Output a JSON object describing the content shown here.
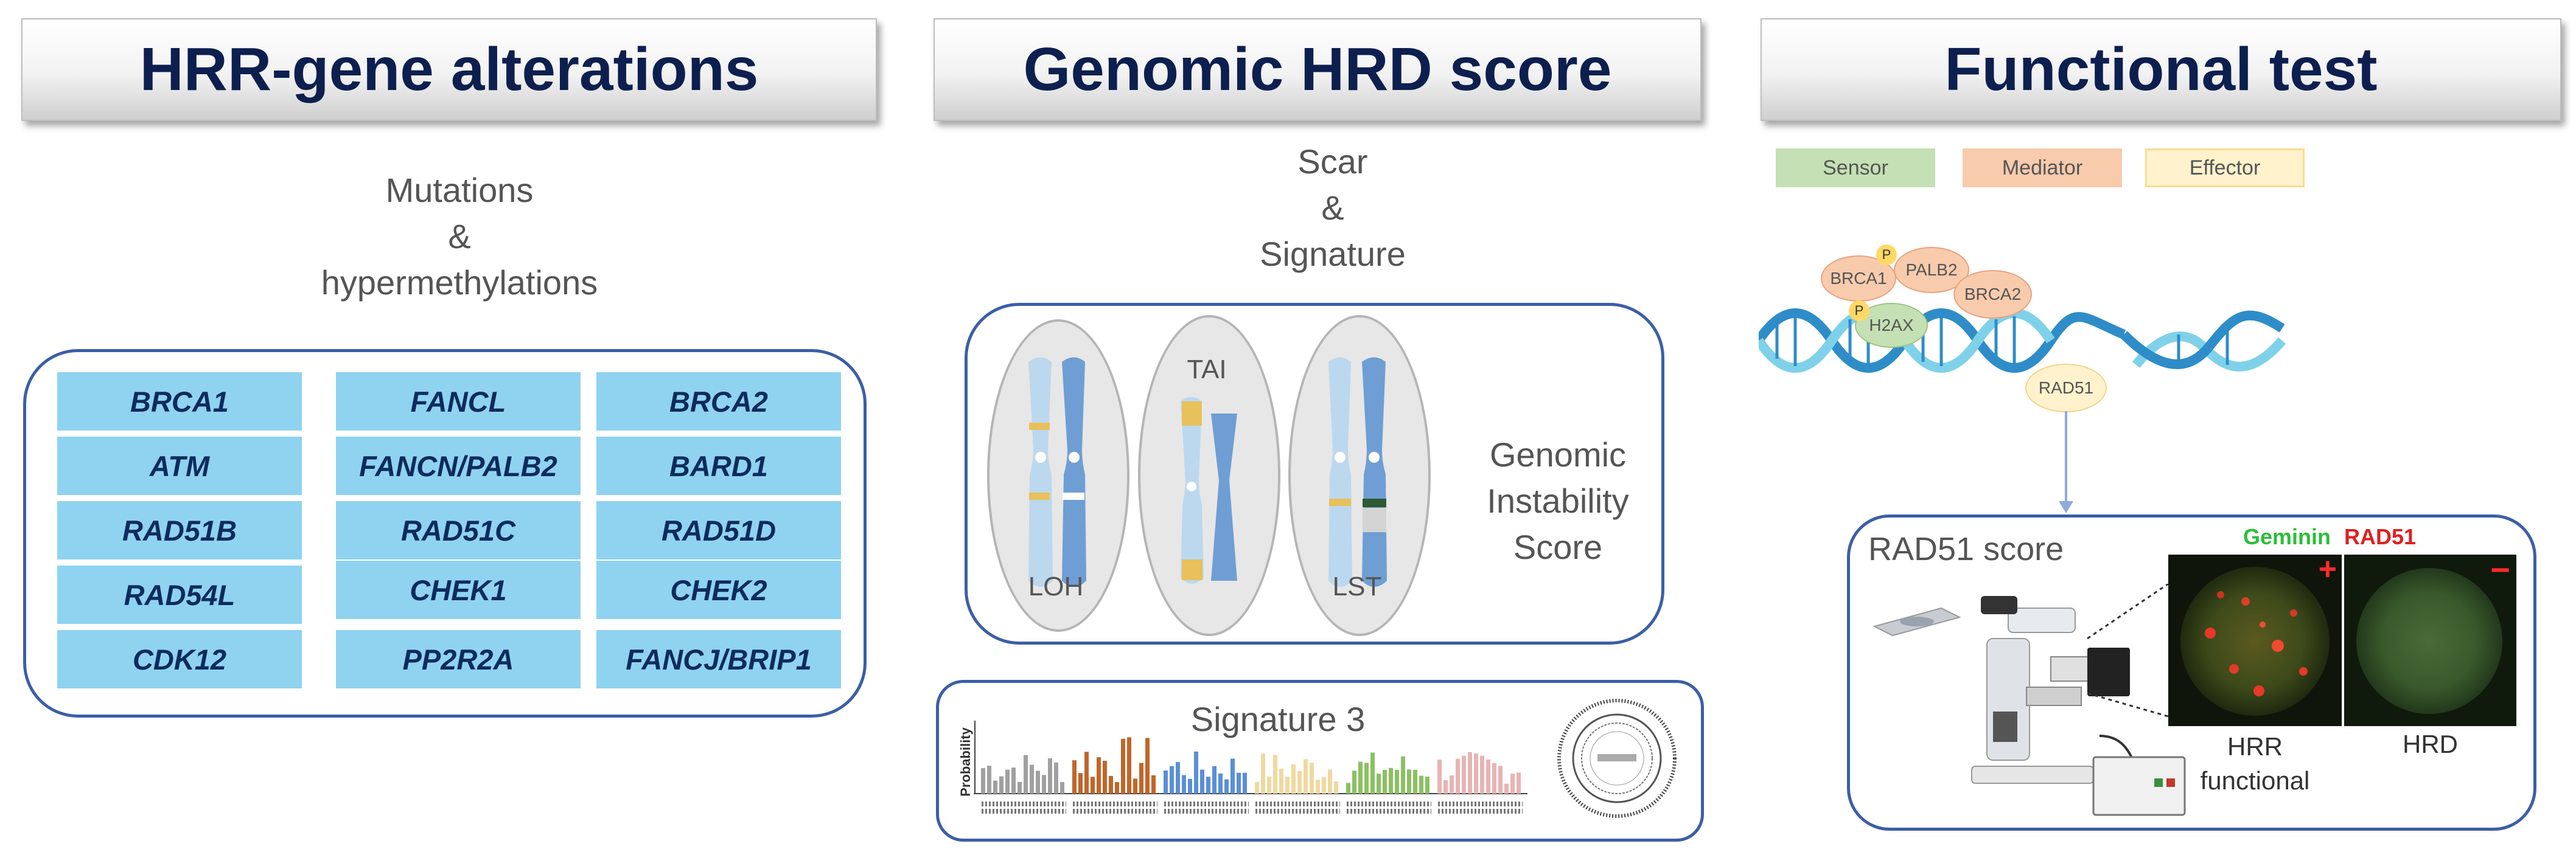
{
  "panels": {
    "hrr": {
      "title": "HRR-gene alterations",
      "subtitle": [
        "Mutations",
        "&",
        "hypermethylations"
      ],
      "genes": {
        "col1": [
          "BRCA1",
          "ATM",
          "RAD51B",
          "RAD54L",
          "CDK12"
        ],
        "col2": [
          "FANCL",
          "FANCN/PALB2",
          "RAD51C",
          "CHEK1",
          "PP2R2A"
        ],
        "col3": [
          "BRCA2",
          "BARD1",
          "RAD51D",
          "CHEK2",
          "FANCJ/BRIP1"
        ]
      }
    },
    "genomic": {
      "title": "Genomic HRD score",
      "subtitle": [
        "Scar",
        "&",
        "Signature"
      ],
      "chromosome_labels": [
        "LOH",
        "TAI",
        "LST"
      ],
      "instability_label": [
        "Genomic",
        "Instability",
        "Score"
      ],
      "signature_title": "Signature 3",
      "signature_ylabel": "Probability",
      "signature_colors": [
        "#a0a0a0",
        "#c0662a",
        "#5b8fd6",
        "#f0d9a0",
        "#8cc063",
        "#e7b4b4"
      ]
    },
    "functional": {
      "title": "Functional test",
      "legend": [
        {
          "label": "Sensor",
          "color": "#c5e0b4"
        },
        {
          "label": "Mediator",
          "color": "#f8cbad"
        },
        {
          "label": "Effector",
          "color": "#fff2cc"
        }
      ],
      "proteins": {
        "brca1": "BRCA1",
        "palb2": "PALB2",
        "brca2": "BRCA2",
        "h2ax": "H2AX",
        "rad51": "RAD51",
        "phospho": "P"
      },
      "score_title": "RAD51 score",
      "stain_labels": {
        "geminin": "Geminin",
        "rad51": "RAD51"
      },
      "image_labels": {
        "hrr_functional": [
          "HRR",
          "functional"
        ],
        "hrd": "HRD"
      },
      "signs": {
        "plus": "+",
        "minus": "−"
      }
    }
  }
}
